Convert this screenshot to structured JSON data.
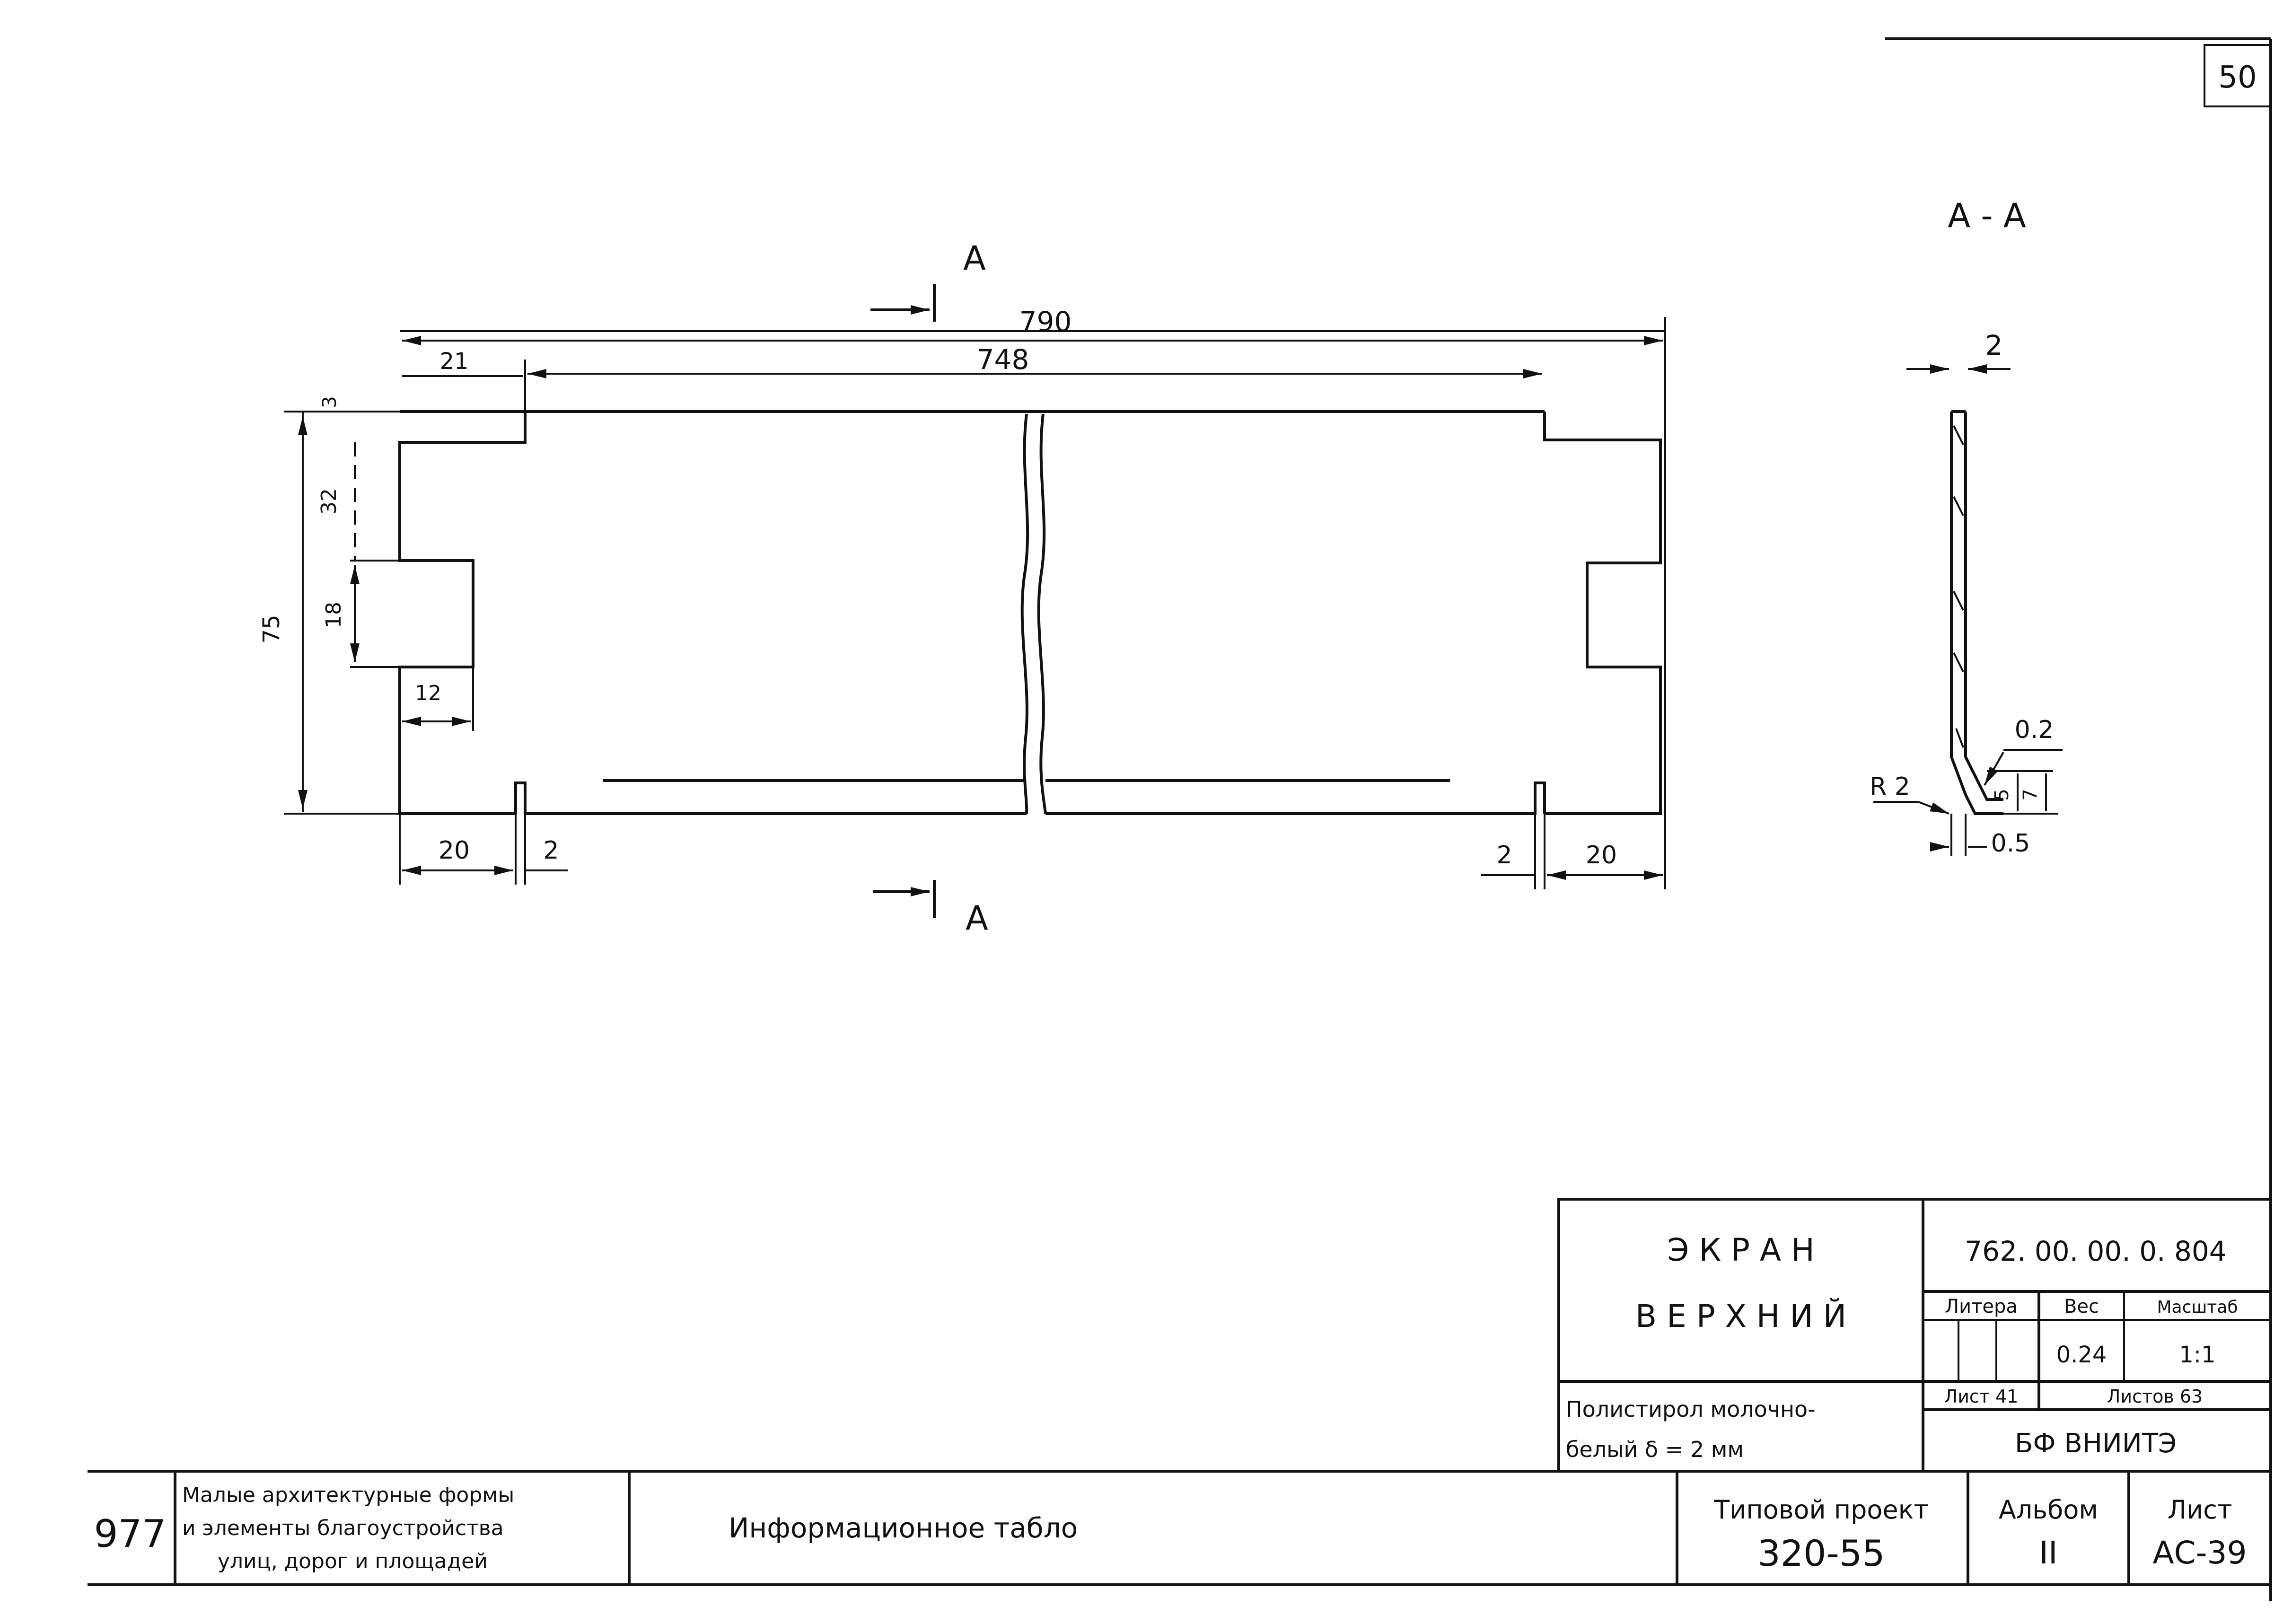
{
  "sheet_number": "50",
  "drawing": {
    "section_mark": "A",
    "section_title": "A - A",
    "dims": {
      "overall_width": "790",
      "inner_width": "748",
      "left_offset": "21",
      "top_small": "3",
      "height_upper": "32",
      "height_total": "75",
      "slot_height": "18",
      "slot_depth": "12",
      "left_flange": "20",
      "left_gap": "2",
      "right_gap": "2",
      "right_flange": "20"
    },
    "section_dims": {
      "thickness": "2",
      "lip": "0.2",
      "radius": "R 2",
      "height_small": "5",
      "height_lip": "7",
      "bottom": "0.5"
    }
  },
  "title_block": {
    "part_name_line1": "Э К Р А Н",
    "part_name_line2": "В Е Р Х Н И Й",
    "drawing_code": "762. 00. 00. 0. 804",
    "col_litera": "Литера",
    "col_weight": "Вес",
    "col_scale": "Масштаб",
    "weight": "0.24",
    "scale": "1:1",
    "material_line1": "Полистирол молочно-",
    "material_line2": "белый  δ = 2 мм",
    "sheet_label": "Лист 41",
    "sheets_label": "Листов 63",
    "organization": "БФ  ВНИИТЭ"
  },
  "bottom_block": {
    "number": "977",
    "series_line1": "Малые архитектурные формы",
    "series_line2": "и элементы благоустройства",
    "series_line3": "улиц, дорог и площадей",
    "project_title": "Информационное  табло",
    "project_label": "Типовой проект",
    "project_number": "320-55",
    "album_label": "Альбом",
    "album_number": "II",
    "sheet_label": "Лист",
    "sheet_code": "АС-39"
  }
}
